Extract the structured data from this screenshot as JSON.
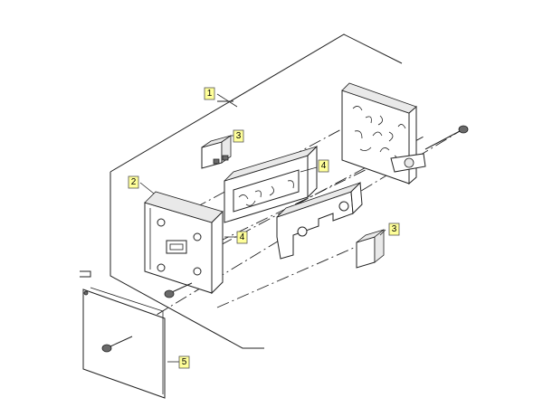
{
  "callouts": [
    {
      "id": "callout-1",
      "number": "1"
    },
    {
      "id": "callout-2",
      "number": "2"
    },
    {
      "id": "callout-3a",
      "number": "3"
    },
    {
      "id": "callout-3b",
      "number": "3"
    },
    {
      "id": "callout-4a",
      "number": "4"
    },
    {
      "id": "callout-4b",
      "number": "4"
    },
    {
      "id": "callout-5",
      "number": "5"
    }
  ]
}
